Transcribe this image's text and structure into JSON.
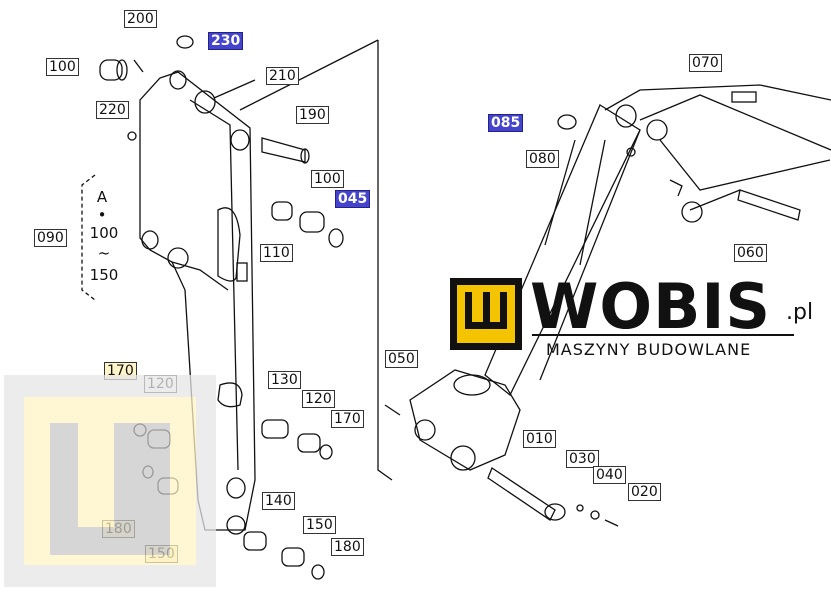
{
  "diagram": {
    "bracket_label": {
      "letter": "A",
      "dot": "•",
      "from": "100",
      "tilde": "~",
      "to": "150"
    },
    "callouts": [
      {
        "id": "200",
        "highlight": false
      },
      {
        "id": "230",
        "highlight": true
      },
      {
        "id": "100",
        "highlight": false
      },
      {
        "id": "210",
        "highlight": false
      },
      {
        "id": "220",
        "highlight": false
      },
      {
        "id": "190",
        "highlight": false
      },
      {
        "id": "100",
        "highlight": false
      },
      {
        "id": "045",
        "highlight": true
      },
      {
        "id": "090",
        "highlight": false
      },
      {
        "id": "110",
        "highlight": false
      },
      {
        "id": "070",
        "highlight": false
      },
      {
        "id": "085",
        "highlight": true
      },
      {
        "id": "080",
        "highlight": false
      },
      {
        "id": "060",
        "highlight": false
      },
      {
        "id": "050",
        "highlight": false
      },
      {
        "id": "010",
        "highlight": false
      },
      {
        "id": "030",
        "highlight": false
      },
      {
        "id": "040",
        "highlight": false
      },
      {
        "id": "020",
        "highlight": false
      },
      {
        "id": "170",
        "highlight": false
      },
      {
        "id": "120",
        "highlight": false
      },
      {
        "id": "130",
        "highlight": false
      },
      {
        "id": "120",
        "highlight": false
      },
      {
        "id": "170",
        "highlight": false
      },
      {
        "id": "180",
        "highlight": false
      },
      {
        "id": "150",
        "highlight": false
      },
      {
        "id": "140",
        "highlight": false
      },
      {
        "id": "150",
        "highlight": false
      },
      {
        "id": "180",
        "highlight": false
      }
    ]
  },
  "watermark": {
    "brand": "WOBIS",
    "suffix": ".pl",
    "subtitle": "MASZYNY BUDOWLANE"
  },
  "colors": {
    "highlight": "#4444cc",
    "logo_yellow": "#f5c400",
    "line": "#111111"
  }
}
